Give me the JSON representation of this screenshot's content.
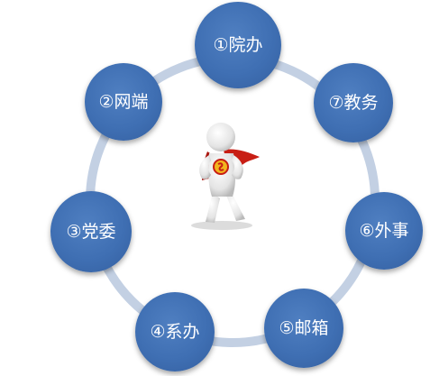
{
  "nodes": [
    {
      "id": "n1",
      "label": "①院办"
    },
    {
      "id": "n2",
      "label": "②网端"
    },
    {
      "id": "n3",
      "label": "③党委"
    },
    {
      "id": "n4",
      "label": "④系办"
    },
    {
      "id": "n5",
      "label": "⑤邮箱"
    },
    {
      "id": "n6",
      "label": "⑥外事"
    },
    {
      "id": "n7",
      "label": "⑦教务"
    }
  ],
  "colors": {
    "node_fill": "#3f6fb3",
    "ring": "#c3d0e3",
    "cape": "#c81e14",
    "emblem": "#f2b51e"
  },
  "icons": {
    "center": "superhero-figure-icon"
  }
}
